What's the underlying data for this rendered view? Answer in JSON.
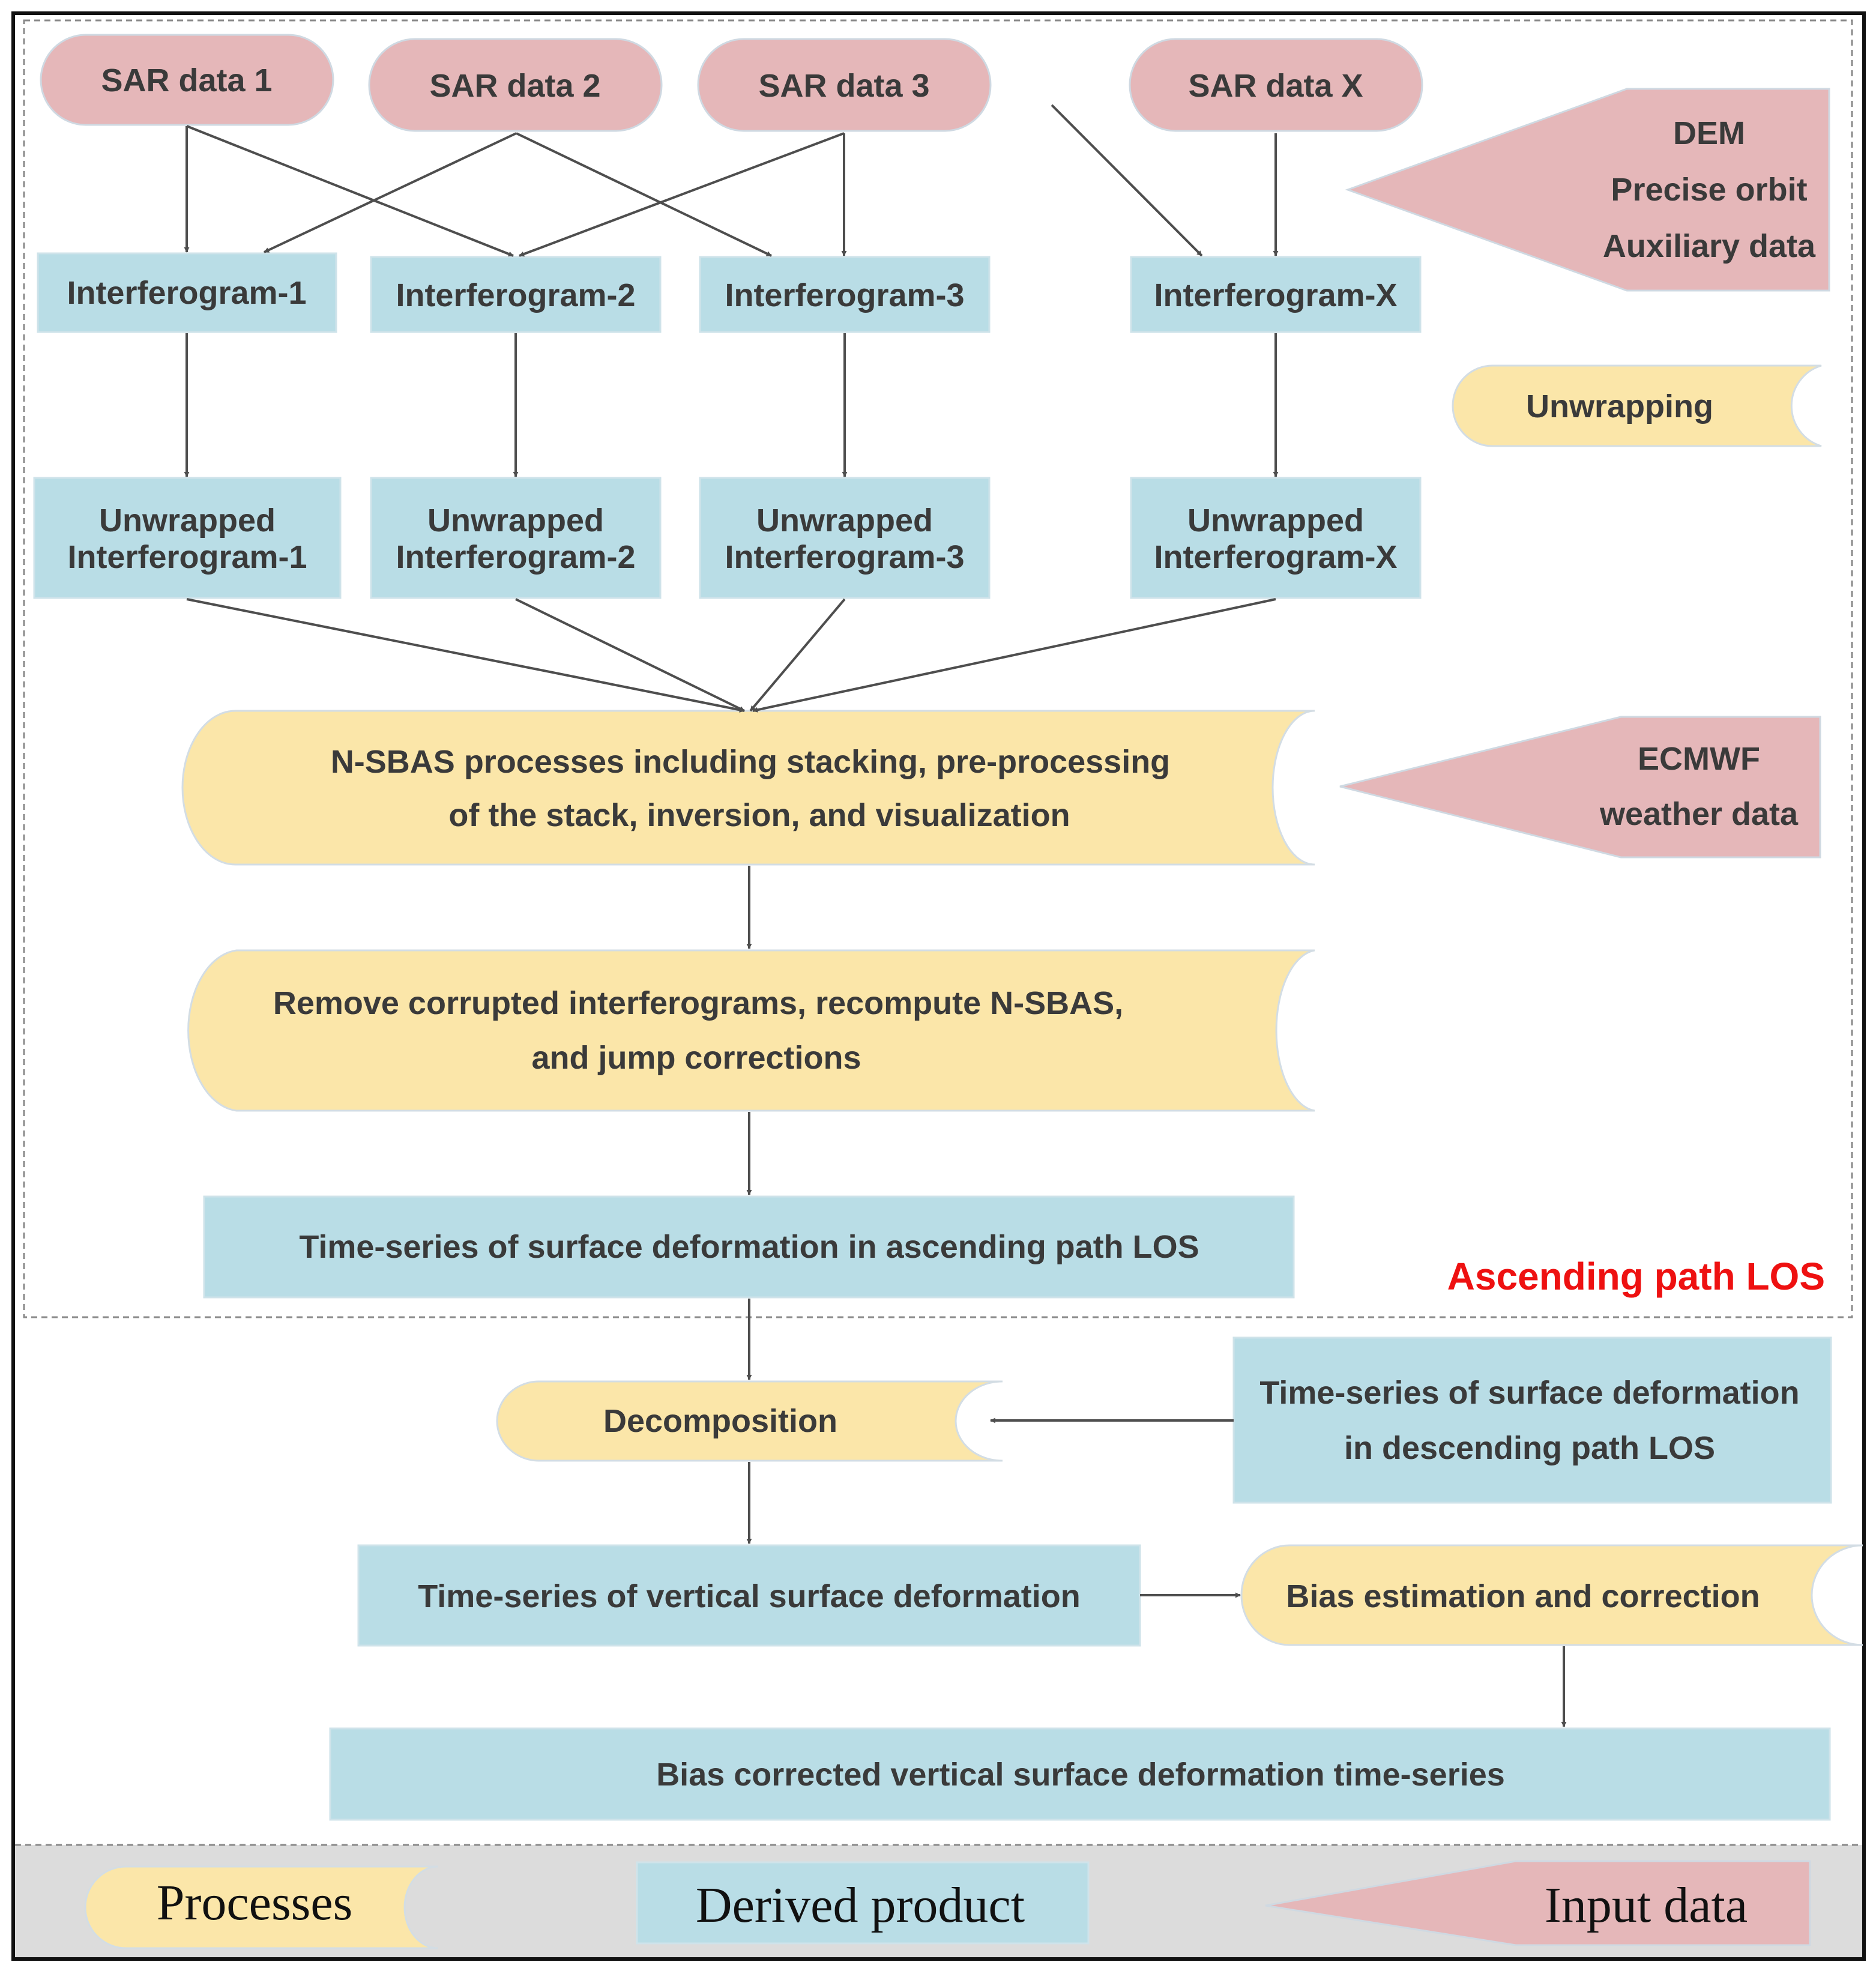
{
  "sar": {
    "s1": "SAR data 1",
    "s2": "SAR data 2",
    "s3": "SAR data 3",
    "sx": "SAR data X"
  },
  "interferograms": {
    "i1": "Interferogram-1",
    "i2": "Interferogram-2",
    "i3": "Interferogram-3",
    "ix": "Interferogram-X"
  },
  "unwrapped": {
    "u1": [
      "Unwrapped",
      "Interferogram-1"
    ],
    "u2": [
      "Unwrapped",
      "Interferogram-2"
    ],
    "u3": [
      "Unwrapped",
      "Interferogram-3"
    ],
    "ux": [
      "Unwrapped",
      "Interferogram-X"
    ]
  },
  "inputs": {
    "dem": [
      "DEM",
      "Precise orbit",
      "Auxiliary data"
    ],
    "ecmwf": [
      "ECMWF",
      "weather data"
    ]
  },
  "processes": {
    "unwrapping": "Unwrapping",
    "nsbas": [
      "N-SBAS processes including stacking, pre-processing",
      "of the stack, inversion, and visualization"
    ],
    "remove": [
      "Remove corrupted interferograms, recompute N-SBAS,",
      "and jump corrections"
    ],
    "decomposition": "Decomposition",
    "bias": "Bias estimation and correction"
  },
  "products": {
    "ascending_ts": "Time-series of surface deformation in ascending path LOS",
    "descending_ts": [
      "Time-series of surface deformation",
      "in descending path LOS"
    ],
    "vertical_ts": "Time-series of vertical surface deformation",
    "corrected_ts": "Bias corrected vertical surface deformation time-series"
  },
  "region_label": "Ascending path LOS",
  "legend": {
    "processes": "Processes",
    "derived": "Derived product",
    "input": "Input data"
  },
  "colors": {
    "sar_input": "#e5b7b9",
    "derived_product": "#b9dde6",
    "process": "#fbe6a9",
    "ascending_label": "#ee1111",
    "legend_band": "#dcdcdc"
  }
}
